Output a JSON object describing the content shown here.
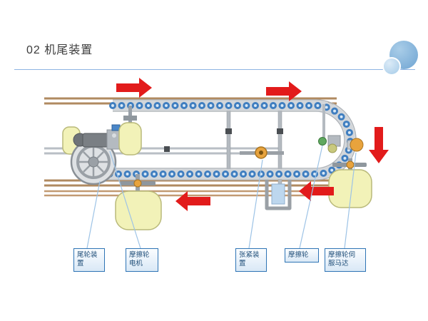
{
  "slide": {
    "title": "02 机尾装置"
  },
  "colors": {
    "accent_line": "#8EB4E3",
    "arrow_red": "#E21B1B",
    "chain_blue": "#3F7EC0",
    "wheel_yellow": "#F2F2B8",
    "tension_orange": "#E8A33D",
    "callout_border": "#2E74B5",
    "callout_bg": "#E8F1FA",
    "callout_text": "#1F4E79",
    "logo_blue_large": "#6FA4D2",
    "logo_blue_small": "#A5CBE8",
    "rail_brown": "#B08A60"
  },
  "diagram": {
    "subject": "conveyor tail-end assembly with chain loop, tail wheel, friction drive and tensioner",
    "arrows": [
      {
        "direction": "right",
        "position": "top-left"
      },
      {
        "direction": "right",
        "position": "top-right"
      },
      {
        "direction": "down",
        "position": "right-side"
      },
      {
        "direction": "left",
        "position": "bottom-right"
      },
      {
        "direction": "left",
        "position": "bottom-center"
      }
    ]
  },
  "callouts": [
    {
      "text": "尾轮装\n置"
    },
    {
      "text": "摩擦轮\n电机"
    },
    {
      "text": "张紧装\n置"
    },
    {
      "text": "摩擦轮"
    },
    {
      "text": "摩擦轮伺\n服马达"
    }
  ]
}
